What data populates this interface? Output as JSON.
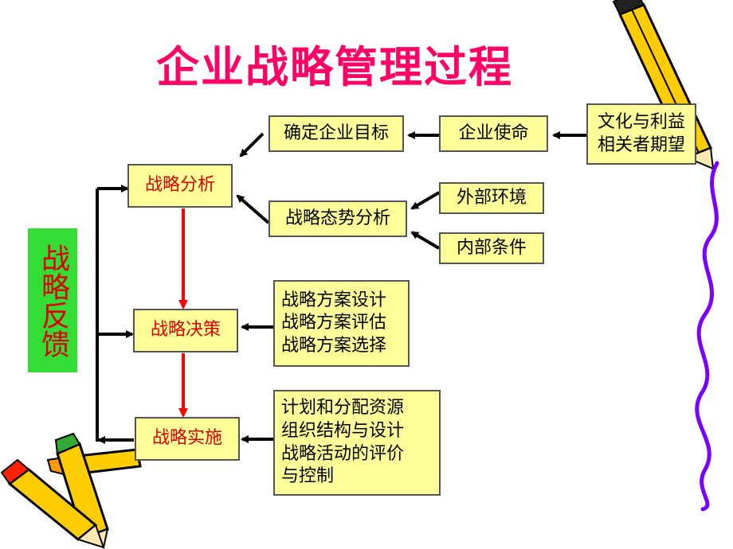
{
  "title": "企业战略管理过程",
  "feedback": "战略反馈",
  "boxes": {
    "analysis": "战略分析",
    "decision": "战略决策",
    "implementation": "战略实施",
    "goal": "确定企业目标",
    "mission": "企业使命",
    "culture": "文化与利益\n相关者期望",
    "situation": "战略态势分析",
    "external": "外部环境",
    "internal": "内部条件",
    "decision_inputs": "战略方案设计\n战略方案评估\n战略方案选择",
    "implementation_inputs": "计划和分配资源\n组织结构与设计\n战略活动的评价\n与控制"
  },
  "colors": {
    "title": "#ff0066",
    "box_fill": "#ffff99",
    "feedback_fill": "#33dd33",
    "red_text": "#e00000",
    "flow_arrow": "#ff0000",
    "arrow": "#000000"
  },
  "icons": [
    "pencil-icon",
    "crayon-icon",
    "squiggle-line"
  ]
}
